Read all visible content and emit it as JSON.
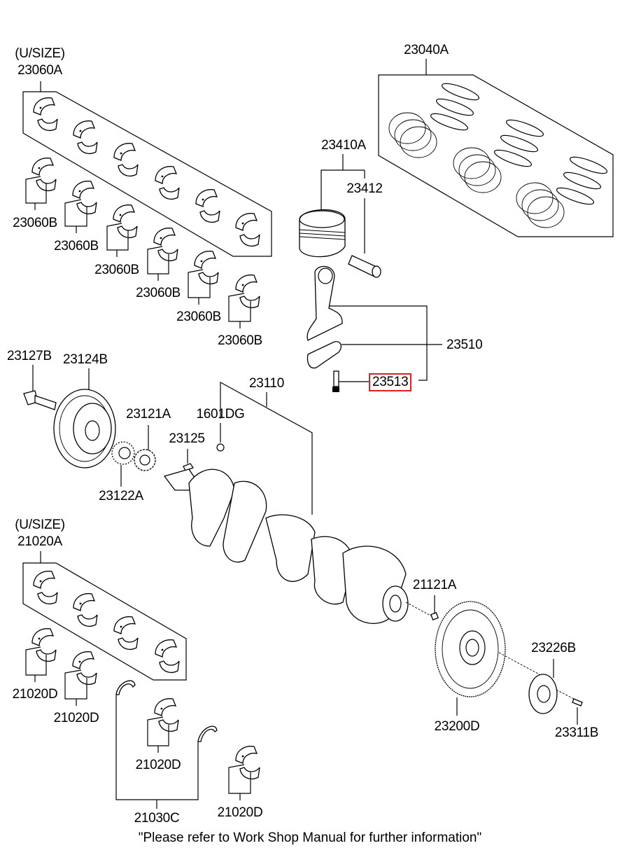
{
  "diagram": {
    "title": "Crankshaft & Piston Assembly Parts Diagram",
    "highlight_color": "#e02020",
    "labels": {
      "usize_top": "(U/SIZE)",
      "p23060A": "23060A",
      "p23040A": "23040A",
      "p23410A": "23410A",
      "p23412": "23412",
      "p23060B_1": "23060B",
      "p23060B_2": "23060B",
      "p23060B_3": "23060B",
      "p23060B_4": "23060B",
      "p23060B_5": "23060B",
      "p23060B_6": "23060B",
      "p23510": "23510",
      "p23513": "23513",
      "p23127B": "23127B",
      "p23124B": "23124B",
      "p23110": "23110",
      "p23121A": "23121A",
      "p1601DG": "1601DG",
      "p23125": "23125",
      "p23122A": "23122A",
      "usize_bottom": "(U/SIZE)",
      "p21020A": "21020A",
      "p21121A": "21121A",
      "p23226B": "23226B",
      "p21020D_1": "21020D",
      "p21020D_2": "21020D",
      "p21020D_3": "21020D",
      "p21020D_4": "21020D",
      "p23200D": "23200D",
      "p23311B": "23311B",
      "p21030C": "21030C"
    },
    "highlighted_part": "23513",
    "footer_note": "\"Please refer to Work Shop Manual for further information\""
  }
}
